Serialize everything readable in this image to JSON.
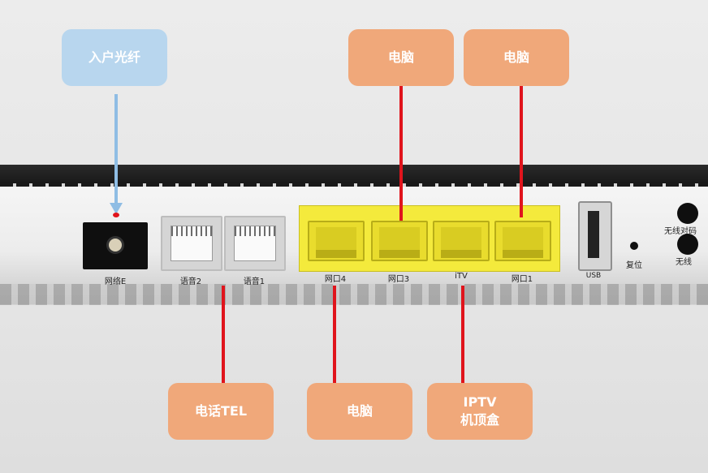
{
  "callouts": {
    "fiber_in": "入户光纤",
    "computer_top_1": "电脑",
    "computer_top_2": "电脑",
    "phone": "电话TEL",
    "computer_bottom": "电脑",
    "iptv_line1": "IPTV",
    "iptv_line2": "机顶盒"
  },
  "port_labels": {
    "optical": "网络E",
    "voice2": "语音2",
    "voice1": "语音1",
    "lan4": "网口4",
    "lan3": "网口3",
    "itv": "iTV",
    "lan1": "网口1",
    "usb": "USB",
    "reset": "复位",
    "wifi_pair": "无线对码",
    "wifi": "无线"
  },
  "colors": {
    "callout_orange": "#f0a87a",
    "callout_blue": "#b8d6ee",
    "connector_red": "#e0141c",
    "lan_yellow": "#f4ea3c"
  }
}
